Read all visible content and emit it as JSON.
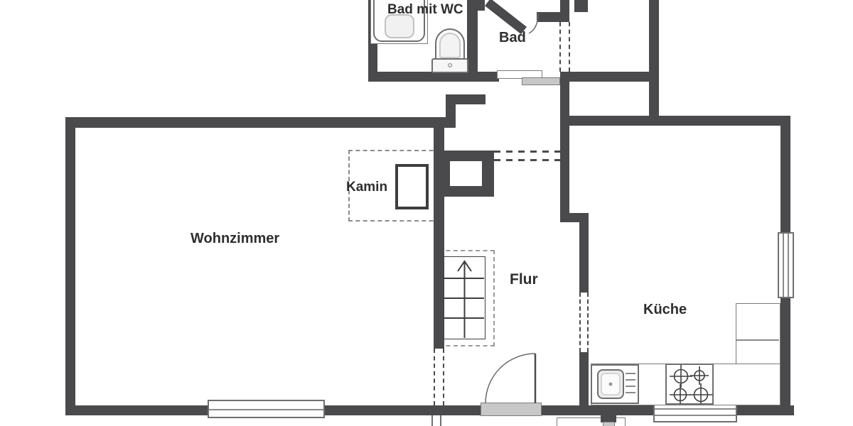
{
  "rooms": {
    "bad_mit_wc": {
      "label": "Bad mit WC"
    },
    "bad": {
      "label": "Bad"
    },
    "kamin": {
      "label": "Kamin"
    },
    "wohnzimmer": {
      "label": "Wohnzimmer"
    },
    "flur": {
      "label": "Flur"
    },
    "kueche": {
      "label": "Küche"
    }
  },
  "fixtures": {
    "bathtub": "bathtub-icon",
    "toilet": "toilet-icon",
    "kitchen_sink": "kitchen-sink-icon",
    "stove": "stove-burners-icon",
    "staircase": "staircase-up-icon",
    "fireplace_box": "fireplace-icon",
    "entrance_door": "door-swing-icon",
    "bath_door": "door-swing-icon",
    "sliding_door": "sliding-door-icon"
  },
  "colors": {
    "wall": "#4a4a4c",
    "background": "#ffffff",
    "fixture_outline": "#6f6f6f",
    "light_gray_fill": "#c8c8c9",
    "label_text": "#2e2e2e"
  }
}
